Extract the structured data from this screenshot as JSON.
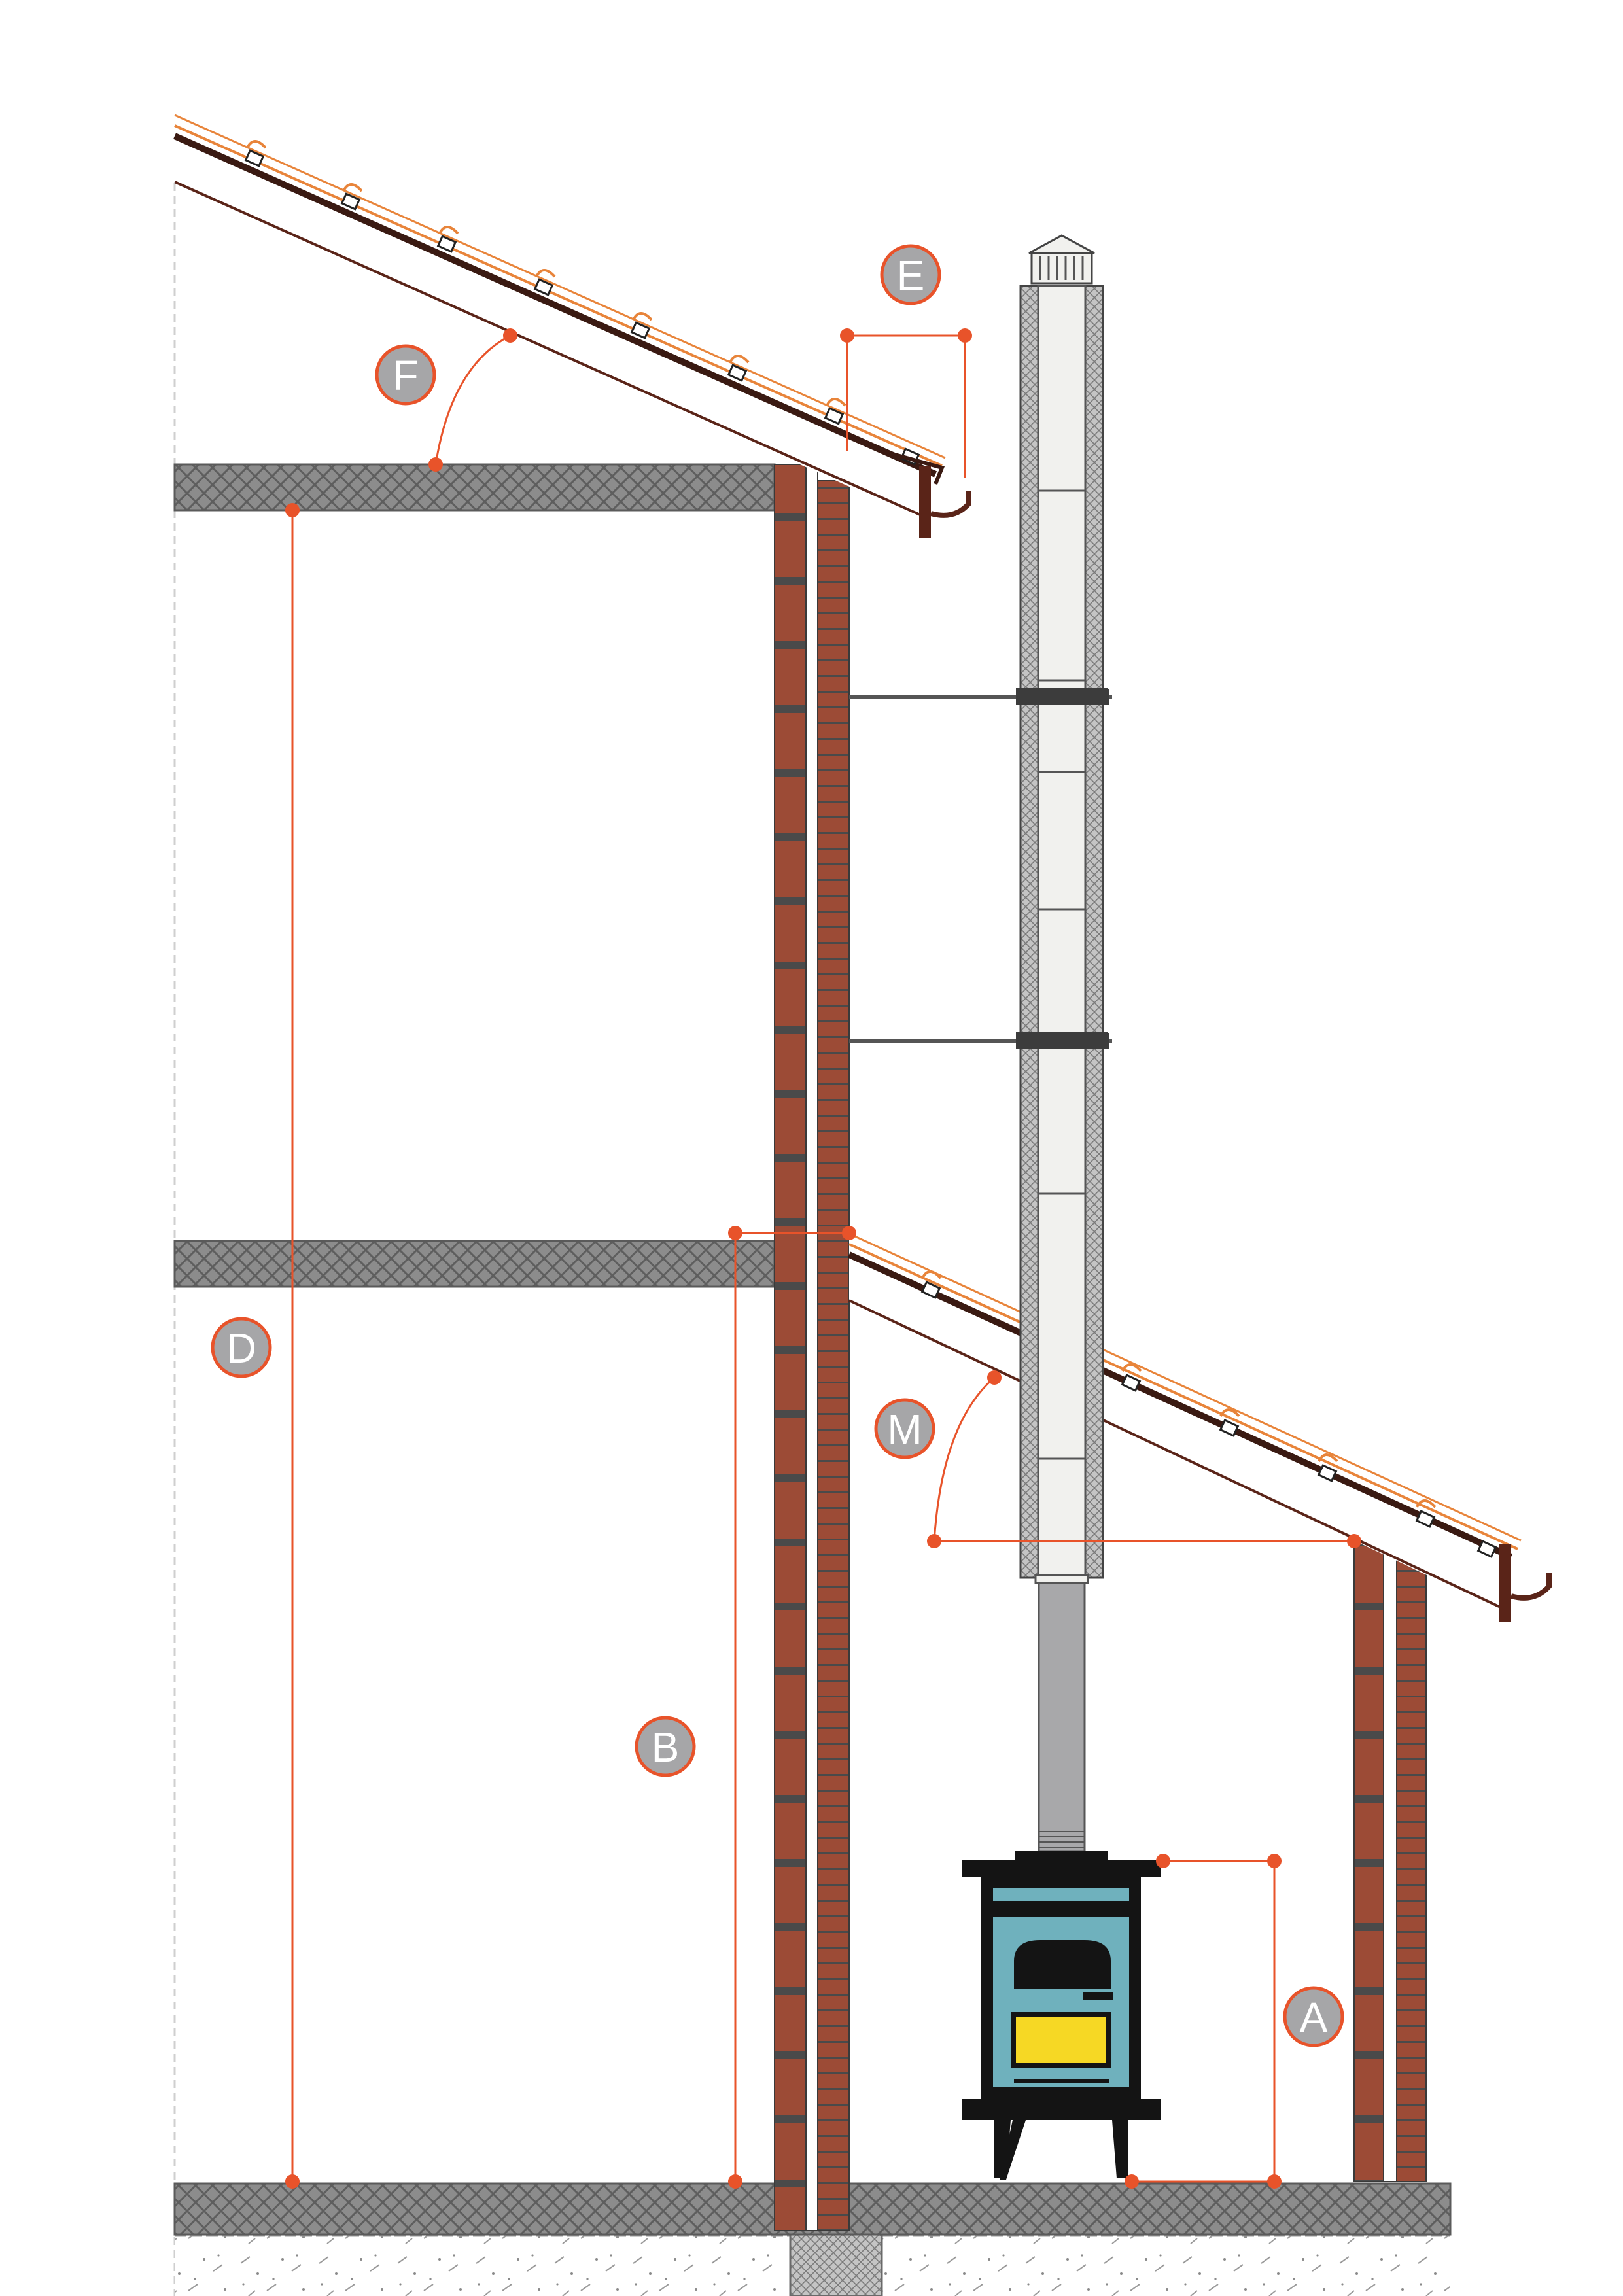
{
  "labels": {
    "a": "A",
    "b": "B",
    "d": "D",
    "e": "E",
    "f": "F",
    "m": "M"
  },
  "colors": {
    "brick": "#9c4b36",
    "mortar": "#4a4a4a",
    "slab": "#8c8c8c",
    "dimension": "#e8532a",
    "badge_fill": "#a6a6a8",
    "badge_stroke": "#e8532a",
    "roof_tile": "#e8843a",
    "roof_dark": "#3a1a12",
    "gutter": "#5a2418",
    "stove_body": "#6fb1bd",
    "stove_dark": "#141414",
    "stove_glass": "#f6d824",
    "flue_pipe": "#a8a8aa",
    "chimney_shell": "#f1f1ee"
  },
  "icons": {
    "stove": "wood-stove-icon",
    "chimney_cap": "chimney-cap-icon",
    "gutter": "gutter-icon"
  }
}
